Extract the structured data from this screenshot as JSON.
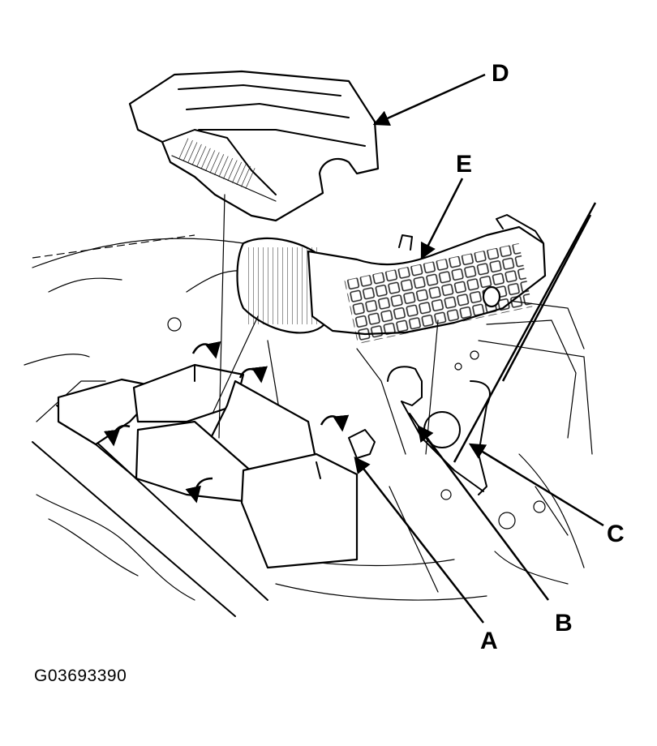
{
  "callouts": {
    "a": "A",
    "b": "B",
    "c": "C",
    "d": "D",
    "e": "E"
  },
  "figure_code": "G03693390",
  "colors": {
    "ink": "#000000",
    "paper": "#ffffff"
  }
}
